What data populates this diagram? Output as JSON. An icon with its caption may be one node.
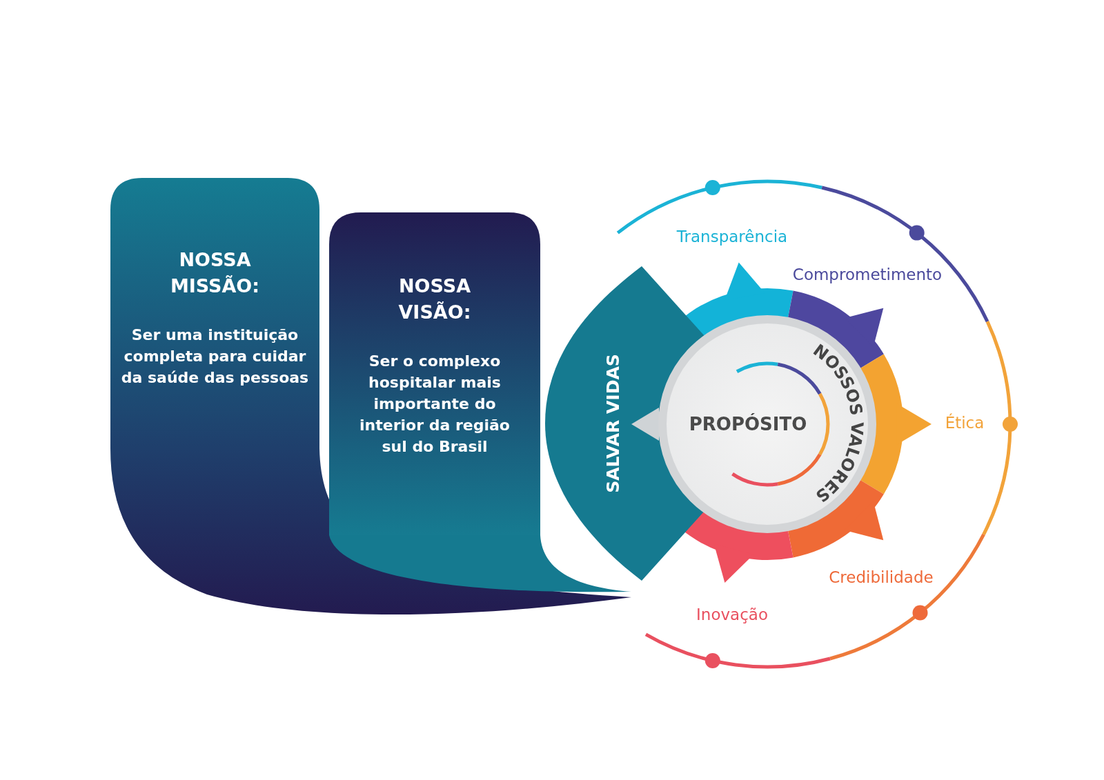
{
  "diagram": {
    "nodes": [
      {
        "text": [
          "NOSSA MISSÃO:",
          "Ser uma instituição completa para cuidar da saúde das pessoas"
        ]
      },
      {
        "text": [
          "NOSSA VISÃO:",
          "Ser o complexo hospitalar mais importante do interior da região sul do Brasil"
        ]
      },
      {
        "text": [
          "SALVAR VIDAS"
        ]
      },
      {
        "text": [
          "PROPÓSITO"
        ]
      }
    ],
    "labels": [
      "Transparência",
      "Comprometimento",
      "NOSSOS VALORES",
      "Ética",
      "Credibilidade",
      "Inovação"
    ]
  }
}
